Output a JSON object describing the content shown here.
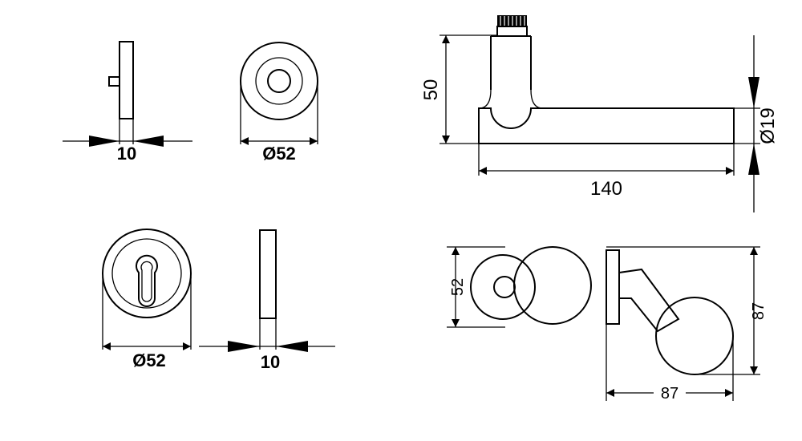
{
  "dimensions": {
    "rosette_side_thickness": "10",
    "rosette_front_diameter": "Ø52",
    "escutcheon_diameter": "Ø52",
    "escutcheon_side_thickness": "10",
    "lever_height": "50",
    "lever_length": "140",
    "lever_grip_diameter": "Ø19",
    "knob_diameter": "52",
    "knob_height": "87",
    "knob_depth": "87"
  }
}
